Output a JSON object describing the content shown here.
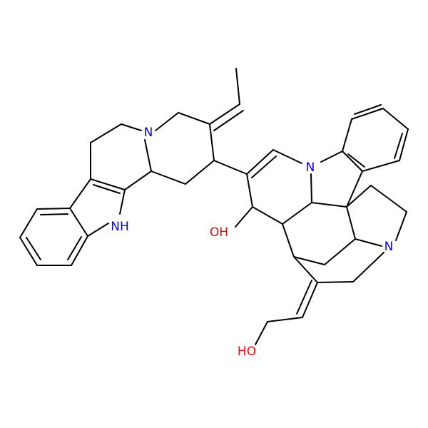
{
  "colors": {
    "background": "#ffffff",
    "bond": "#000000",
    "nitrogen": "#0000ff",
    "oxygen": "#ff0000"
  },
  "atom_labels": {
    "n_quinolizidine": "N",
    "nh_indole": "NH",
    "n_indoline": "N",
    "n_pyrrolidine": "N",
    "oh_ring": "OH",
    "ho_chain": "HO"
  }
}
